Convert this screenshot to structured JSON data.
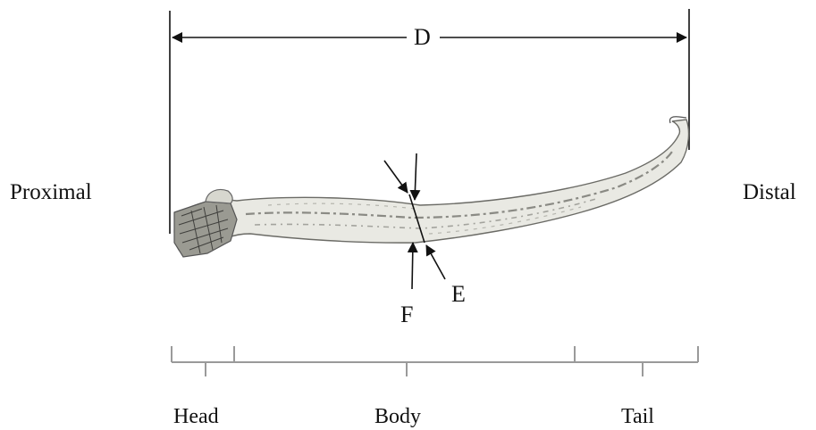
{
  "labels": {
    "proximal": "Proximal",
    "distal": "Distal",
    "d": "D",
    "e": "E",
    "f": "F"
  },
  "regions": {
    "head": "Head",
    "body": "Body",
    "tail": "Tail"
  },
  "colors": {
    "ink": "#111111",
    "bone_fill": "#e9e9e3",
    "bone_shade": "#8a8a84",
    "scale": "#9a9a9a"
  }
}
